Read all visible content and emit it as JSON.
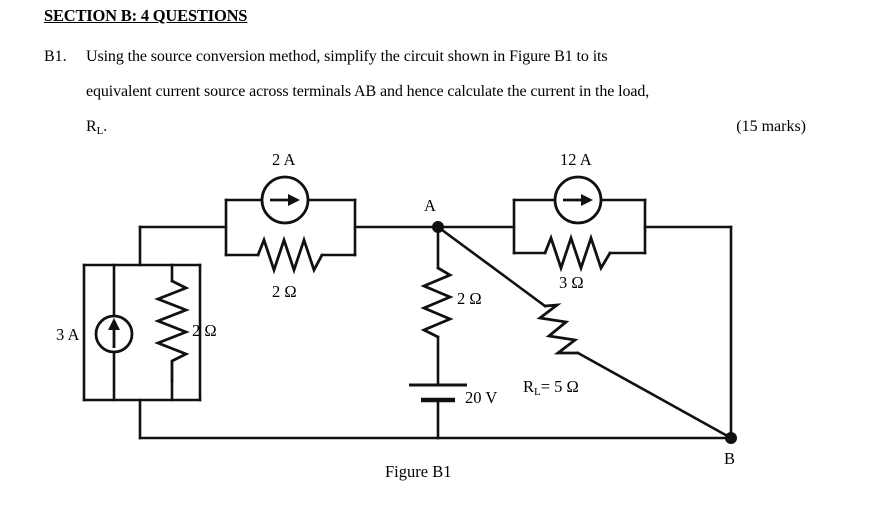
{
  "document": {
    "section_title": "SECTION B: 4 QUESTIONS",
    "question_number": "B1.",
    "question_lines": [
      "Using the source conversion method, simplify the circuit shown in Figure B1 to its",
      "equivalent current source across terminals AB and hence calculate the current in the load,"
    ],
    "question_line3_prefix": "R",
    "question_line3_sub": "L",
    "question_line3_suffix": ".",
    "marks": "(15 marks)",
    "figure_caption": "Figure B1"
  },
  "circuit": {
    "labels": {
      "source_2a": "2 A",
      "source_12a": "12 A",
      "source_3a": "3 A",
      "res_2ohm_top": "2 Ω",
      "res_2ohm_left": "2 Ω",
      "res_2ohm_mid": "2 Ω",
      "res_3ohm": "3 Ω",
      "res_load": "R",
      "res_load_sub": "L",
      "res_load_value": "= 5 Ω",
      "voltage_20v": "20 V",
      "node_a": "A",
      "node_b": "B"
    },
    "colors": {
      "wire": "#111111",
      "background": "#ffffff",
      "text": "#000000"
    },
    "components": [
      {
        "id": "src-3a",
        "type": "current-source",
        "value": "3 A",
        "orientation": "up"
      },
      {
        "id": "res-2ohm-left",
        "type": "resistor",
        "value": "2 Ω",
        "orientation": "vertical"
      },
      {
        "id": "src-2a",
        "type": "current-source",
        "value": "2 A",
        "orientation": "right"
      },
      {
        "id": "res-2ohm-top",
        "type": "resistor",
        "value": "2 Ω",
        "orientation": "horizontal"
      },
      {
        "id": "res-2ohm-mid",
        "type": "resistor",
        "value": "2 Ω",
        "orientation": "vertical"
      },
      {
        "id": "src-20v",
        "type": "voltage-source",
        "value": "20 V",
        "orientation": "vertical"
      },
      {
        "id": "src-12a",
        "type": "current-source",
        "value": "12 A",
        "orientation": "right"
      },
      {
        "id": "res-3ohm",
        "type": "resistor",
        "value": "3 Ω",
        "orientation": "horizontal"
      },
      {
        "id": "res-load",
        "type": "resistor",
        "value": "R_L = 5 Ω",
        "orientation": "diagonal"
      }
    ],
    "terminals": [
      "A",
      "B"
    ]
  }
}
